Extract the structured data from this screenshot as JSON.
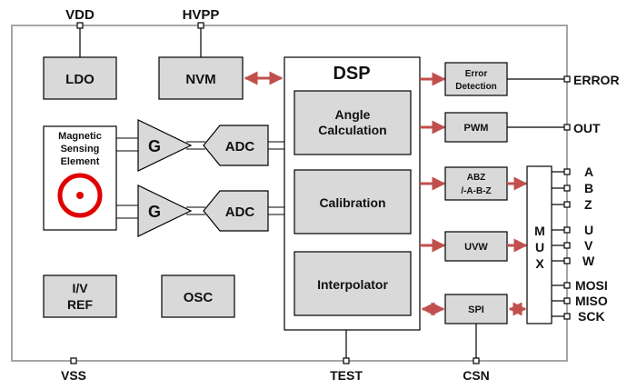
{
  "pins": {
    "vdd": "VDD",
    "hvpp": "HVPP",
    "error": "ERROR",
    "out": "OUT",
    "a": "A",
    "b": "B",
    "z": "Z",
    "u": "U",
    "v": "V",
    "w": "W",
    "mosi": "MOSI",
    "miso": "MISO",
    "sck": "SCK",
    "vss": "VSS",
    "test": "TEST",
    "csn": "CSN"
  },
  "blocks": {
    "ldo": "LDO",
    "nvm": "NVM",
    "dsp": "DSP",
    "angle_line1": "Angle",
    "angle_line2": "Calculation",
    "calibration": "Calibration",
    "interpolator": "Interpolator",
    "sensing_line1": "Magnetic",
    "sensing_line2": "Sensing",
    "sensing_line3": "Element",
    "gain": "G",
    "adc": "ADC",
    "ivref_line1": "I/V",
    "ivref_line2": "REF",
    "osc": "OSC",
    "error_det_line1": "Error",
    "error_det_line2": "Detection",
    "pwm": "PWM",
    "abz_line1": "ABZ",
    "abz_line2": "/-A-B-Z",
    "uvw": "UVW",
    "spi": "SPI",
    "mux_m": "M",
    "mux_u": "U",
    "mux_x": "X"
  },
  "colors": {
    "block_fill": "#d9d9d9",
    "border": "#000000",
    "outline": "#a6a6a6",
    "arrow": "#c0504d",
    "magnet_ring": "#e00000"
  }
}
